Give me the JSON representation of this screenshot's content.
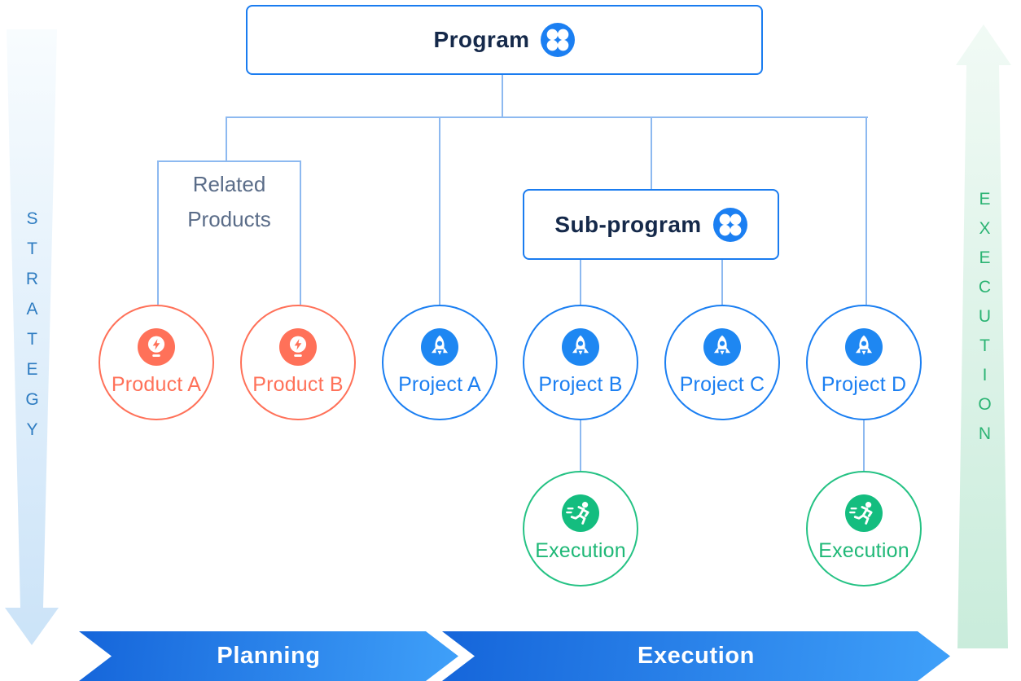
{
  "program": {
    "label": "Program",
    "icon": "four-circle-program-icon"
  },
  "sub_program": {
    "label": "Sub-program",
    "icon": "four-circle-program-icon"
  },
  "related_products": {
    "line1": "Related",
    "line2": "Products"
  },
  "products": [
    {
      "label": "Product A",
      "icon": "lightbulb-bolt-icon"
    },
    {
      "label": "Product B",
      "icon": "lightbulb-bolt-icon"
    }
  ],
  "projects": [
    {
      "label": "Project A",
      "icon": "rocket-icon"
    },
    {
      "label": "Project B",
      "icon": "rocket-icon"
    },
    {
      "label": "Project C",
      "icon": "rocket-icon"
    },
    {
      "label": "Project D",
      "icon": "rocket-icon"
    }
  ],
  "executions": [
    {
      "label": "Execution",
      "icon": "runner-icon"
    },
    {
      "label": "Execution",
      "icon": "runner-icon"
    }
  ],
  "side_arrows": {
    "left": {
      "label": "STRATEGY",
      "direction": "down"
    },
    "right": {
      "label": "EXECUTION",
      "direction": "up"
    }
  },
  "bottom_banners": [
    {
      "label": "Planning"
    },
    {
      "label": "Execution"
    }
  ],
  "colors": {
    "node_border_blue": "#1a7cf0",
    "node_text_navy": "#15294a",
    "connector_light_blue": "#8db9f0",
    "related_products_text": "#5a6c88",
    "product_coral": "#ff7159",
    "project_blue": "#1b7ff2",
    "execution_green": "#1fb877",
    "strategy_arrow_fill_top": "#f8fcfe",
    "strategy_arrow_fill_bottom": "#cbe3f8",
    "execution_arrow_fill_top": "#f1faf5",
    "execution_arrow_fill_bottom": "#c9ecdb",
    "banner_gradient_start": "#1565da",
    "banner_gradient_end": "#3fa0f9"
  }
}
